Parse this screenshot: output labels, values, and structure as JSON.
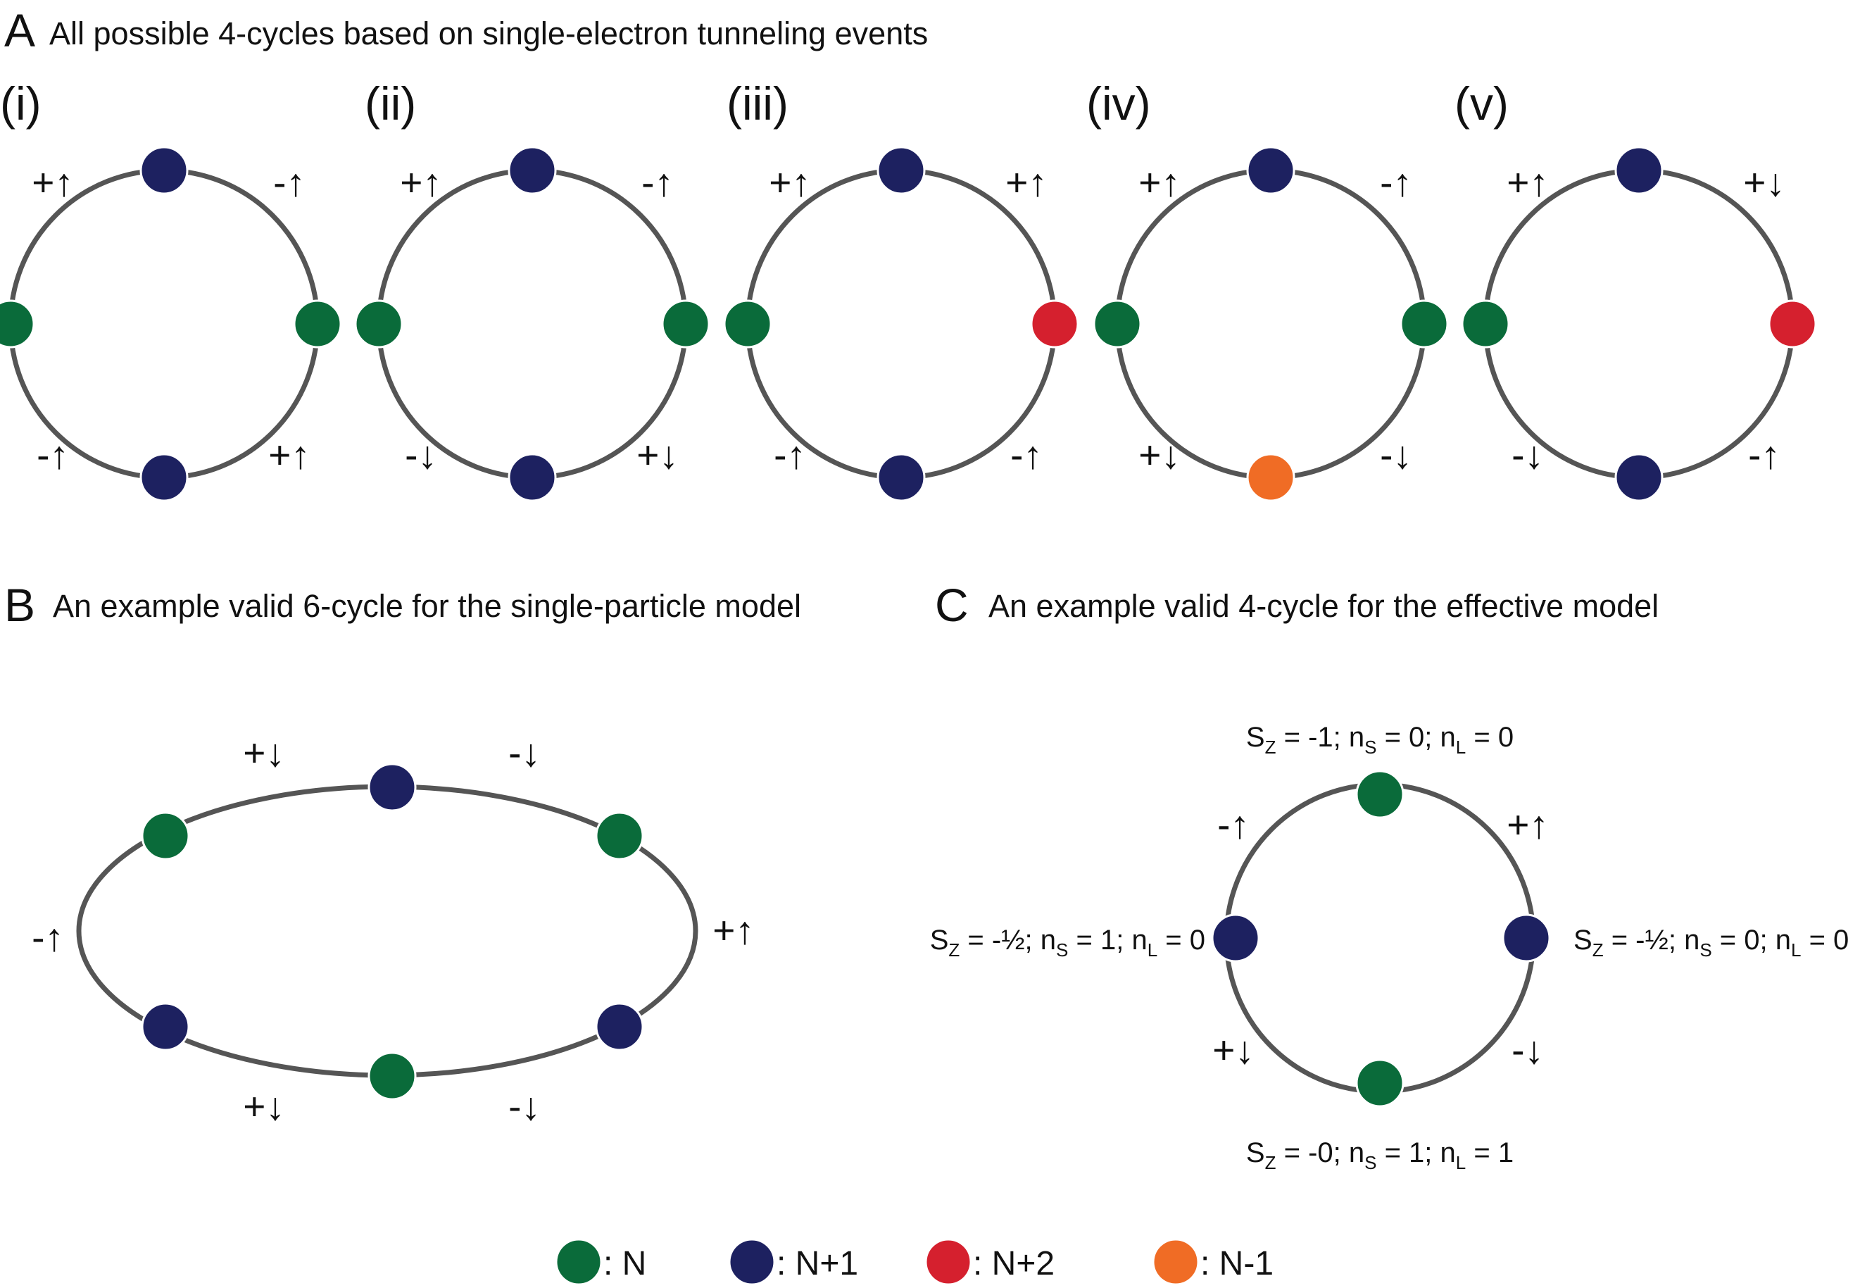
{
  "colors": {
    "N": "#0a6b3a",
    "N+1": "#1d2160",
    "N+2": "#d5202e",
    "N-1": "#f06c25",
    "ring": "#555555"
  },
  "panel_a": {
    "letter": "A",
    "title": "All possible 4-cycles based on single-electron tunneling events",
    "cycles": [
      {
        "label": "(i)",
        "nodes": {
          "top": "N+1",
          "left": "N",
          "right": "N",
          "bottom": "N+1"
        },
        "edges": {
          "top_left": "+↑",
          "top_right": "-↑",
          "bottom_left": "-↑",
          "bottom_right": "+↑"
        }
      },
      {
        "label": "(ii)",
        "nodes": {
          "top": "N+1",
          "left": "N",
          "right": "N",
          "bottom": "N+1"
        },
        "edges": {
          "top_left": "+↑",
          "top_right": "-↑",
          "bottom_left": "-↓",
          "bottom_right": "+↓"
        }
      },
      {
        "label": "(iii)",
        "nodes": {
          "top": "N+1",
          "left": "N",
          "right": "N+2",
          "bottom": "N+1"
        },
        "edges": {
          "top_left": "+↑",
          "top_right": "+↑",
          "bottom_left": "-↑",
          "bottom_right": "-↑"
        }
      },
      {
        "label": "(iv)",
        "nodes": {
          "top": "N+1",
          "left": "N",
          "right": "N",
          "bottom": "N-1"
        },
        "edges": {
          "top_left": "+↑",
          "top_right": "-↑",
          "bottom_left": "+↓",
          "bottom_right": "-↓"
        }
      },
      {
        "label": "(v)",
        "nodes": {
          "top": "N+1",
          "left": "N",
          "right": "N+2",
          "bottom": "N+1"
        },
        "edges": {
          "top_left": "+↑",
          "top_right": "+↓",
          "bottom_left": "-↓",
          "bottom_right": "-↑"
        }
      }
    ]
  },
  "panel_b": {
    "letter": "B",
    "title": "An example valid 6-cycle for the single-particle model",
    "nodes": {
      "top": "N+1",
      "upper_left": "N",
      "upper_right": "N",
      "lower_left": "N+1",
      "lower_right": "N+1",
      "bottom": "N"
    },
    "edges": {
      "top_left": "+↓",
      "top_right": "-↓",
      "left": "-↑",
      "right": "+↑",
      "bottom_left": "+↓",
      "bottom_right": "-↓"
    }
  },
  "panel_c": {
    "letter": "C",
    "title": "An example valid 4-cycle for the effective model",
    "nodes": {
      "top": "N",
      "left": "N+1",
      "right": "N+1",
      "bottom": "N"
    },
    "edges": {
      "top_left": "-↑",
      "top_right": "+↑",
      "bottom_left": "+↓",
      "bottom_right": "-↓"
    },
    "states": {
      "top": {
        "S": "S",
        "sz_sub": "Z",
        "sz": " = -1; ",
        "n1": "n",
        "ns_sub": "S",
        "ns": " = 0; ",
        "n2": "n",
        "nl_sub": "L",
        "nl": " = 0"
      },
      "left": {
        "S": "S",
        "sz_sub": "Z",
        "sz": " = -½; ",
        "n1": "n",
        "ns_sub": "S",
        "ns": " = 1; ",
        "n2": "n",
        "nl_sub": "L",
        "nl": " = 0"
      },
      "right": {
        "S": "S",
        "sz_sub": "Z",
        "sz": " = -½; ",
        "n1": "n",
        "ns_sub": "S",
        "ns": " = 0; ",
        "n2": "n",
        "nl_sub": "L",
        "nl": " = 0"
      },
      "bottom": {
        "S": "S",
        "sz_sub": "Z",
        "sz": " = -0; ",
        "n1": "n",
        "ns_sub": "S",
        "ns": " = 1; ",
        "n2": "n",
        "nl_sub": "L",
        "nl": " = 1"
      }
    }
  },
  "legend": [
    {
      "key": "N",
      "label": ": N"
    },
    {
      "key": "N+1",
      "label": ": N+1"
    },
    {
      "key": "N+2",
      "label": ": N+2"
    },
    {
      "key": "N-1",
      "label": ": N-1"
    }
  ]
}
